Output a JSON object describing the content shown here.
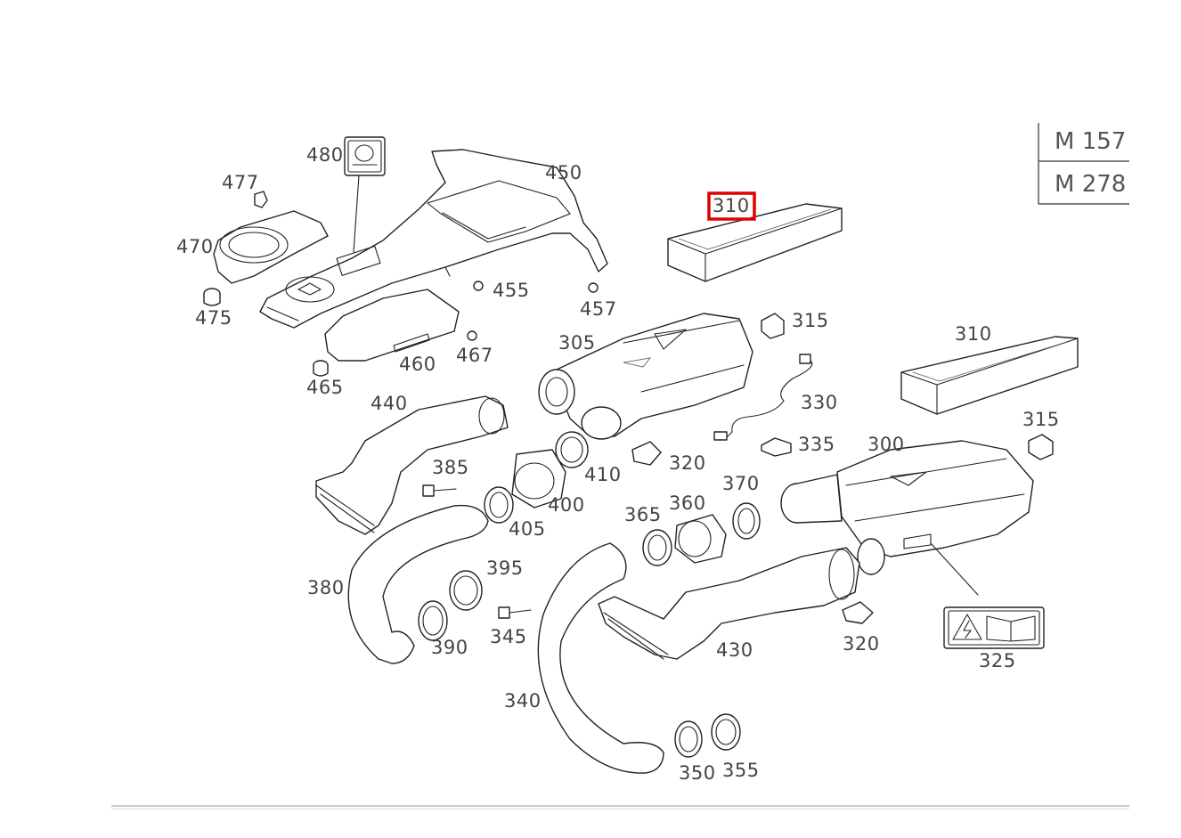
{
  "engine_codes": [
    "M 157",
    "M 278"
  ],
  "highlighted_part": "310",
  "part_labels": {
    "p480": "480",
    "p477": "477",
    "p470": "470",
    "p475": "475",
    "p450": "450",
    "p455": "455",
    "p457": "457",
    "p460": "460",
    "p467": "467",
    "p465": "465",
    "p310a": "310",
    "p310b": "310",
    "p315a": "315",
    "p315b": "315",
    "p305": "305",
    "p330": "330",
    "p335": "335",
    "p300": "300",
    "p440": "440",
    "p385": "385",
    "p410": "410",
    "p320a": "320",
    "p320b": "320",
    "p400": "400",
    "p405": "405",
    "p370": "370",
    "p360": "360",
    "p365": "365",
    "p380": "380",
    "p395": "395",
    "p390": "390",
    "p345": "345",
    "p430": "430",
    "p325": "325",
    "p340": "340",
    "p350": "350",
    "p355": "355"
  }
}
